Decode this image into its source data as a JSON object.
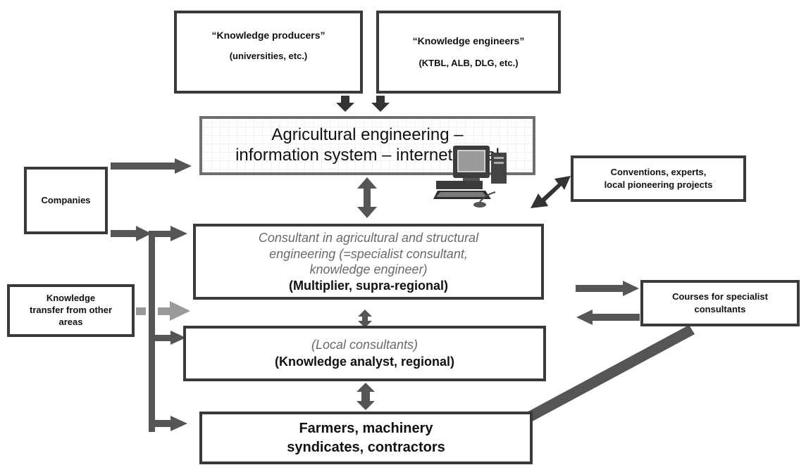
{
  "colors": {
    "dark_border": "#3a3a3a",
    "gray_border": "#6e6e6e",
    "arrow": "#555555",
    "dashed_arrow": "#9a9a9a",
    "grid": "#e6e6e6"
  },
  "producers": {
    "title": "“Knowledge producers”",
    "subtitle": "(universities, etc.)"
  },
  "engineers": {
    "title": "“Knowledge engineers”",
    "subtitle": "(KTBL, ALB, DLG, etc.)"
  },
  "portal": {
    "line1": "Agricultural engineering –",
    "line2": "information system – internet portal",
    "icon": "computer-icon"
  },
  "companies": {
    "label": "Companies"
  },
  "conventions": {
    "line1": "Conventions, experts,",
    "line2": "local pioneering projects"
  },
  "consultant": {
    "line1": "Consultant in agricultural and structural",
    "line2": "engineering (=specialist consultant,",
    "line3": "knowledge engineer)",
    "line4": "(Multiplier, supra-regional)"
  },
  "transfer": {
    "line1": "Knowledge",
    "line2": "transfer from other",
    "line3": "areas"
  },
  "courses": {
    "line1": "Courses for specialist",
    "line2": "consultants"
  },
  "local": {
    "line1": "(Local consultants)",
    "line2": "(Knowledge analyst, regional)"
  },
  "farmers": {
    "line1": "Farmers, machinery",
    "line2": "syndicates, contractors"
  }
}
